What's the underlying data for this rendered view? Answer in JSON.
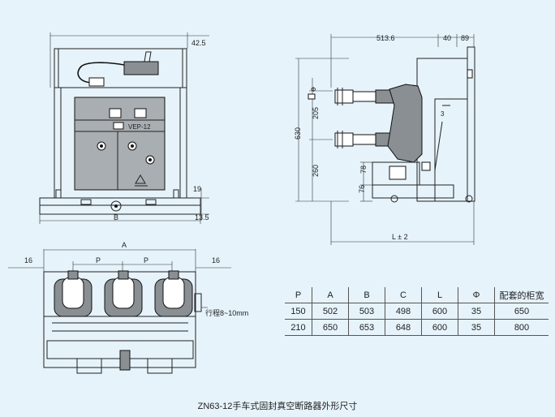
{
  "front_view": {
    "dim_top": "42.5",
    "dim_19": "19",
    "dim_13_5": "13.5",
    "dim_b": "B",
    "panel_label": "VEP-12"
  },
  "side_view": {
    "dim_513_6": "513.6",
    "dim_40": "40",
    "dim_89": "89",
    "dim_630": "630",
    "dim_205": "205",
    "dim_260": "260",
    "dim_78": "78",
    "dim_76": "76",
    "dim_3": "3",
    "dim_phi": "Φ",
    "dim_l": "L ± 2"
  },
  "top_view": {
    "dim_a": "A",
    "dim_p1": "P",
    "dim_p2": "P",
    "dim_16_left": "16",
    "dim_16_right": "16",
    "stroke_label": "行程8~10mm"
  },
  "table": {
    "headers": [
      "P",
      "A",
      "B",
      "C",
      "L",
      "Φ",
      "配套的柜宽"
    ],
    "rows": [
      [
        "150",
        "502",
        "503",
        "498",
        "600",
        "35",
        "650"
      ],
      [
        "210",
        "650",
        "653",
        "648",
        "600",
        "35",
        "800"
      ]
    ]
  },
  "caption": "ZN63-12手车式固封真空断路器外形尺寸"
}
